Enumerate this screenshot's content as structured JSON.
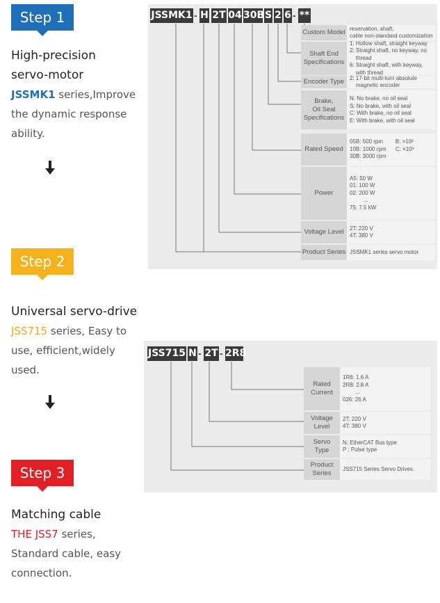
{
  "step1": {
    "badge": "Step 1",
    "heading_l1": "High-precision",
    "heading_l2": "servo-motor",
    "series": "JSSMK1",
    "desc_l1_rest": " series,Improve",
    "desc_l2": "the dynamic response",
    "desc_l3": "ability."
  },
  "step2": {
    "badge": "Step 2",
    "heading": "Universal servo-drive",
    "series": "JSS715",
    "desc_l1_rest": " series, Easy to",
    "desc_l2": "use, efficient,widely",
    "desc_l3": "used."
  },
  "step3": {
    "badge": "Step 3",
    "heading": "Matching cable",
    "series": "THE JSS7",
    "desc_l1_rest": " series,",
    "desc_l2": "Standard cable, easy",
    "desc_l3": "connection."
  },
  "motor_code": {
    "p1": "JSSMK1",
    "d1": "-",
    "p2": "H",
    "p3": "2T",
    "p4": "04",
    "p5": "30B",
    "p6": "S",
    "p7": "2",
    "p8": "6",
    "d2": "-",
    "p9": "**"
  },
  "motor_rows": [
    {
      "label": "Custom Model",
      "desc": [
        "reservation, shaft,",
        "cable non-standard customization"
      ]
    },
    {
      "label": "Shaft End\nSpecifications",
      "desc": [
        "1: Hollow shaft, straight keyway",
        "2: Straight shaft, no keyway, no",
        "    thread",
        "6: Straight shaft, with keyway,",
        "    with thread"
      ]
    },
    {
      "label": "Encoder Type",
      "desc": [
        "2: 17-bit multi-turn absolute",
        "    magnetic encoder"
      ]
    },
    {
      "label": "Brake,\nOil Seal\nSpecifications",
      "desc": [
        "N: No brake, no oil seal",
        "S: No brake, with oil seal",
        "C: With brake, no oil seal",
        "E: With brake, with oil seal"
      ]
    },
    {
      "label": "Rated Speed",
      "desc": [
        "05B: 500 rpm        B: ×10²",
        "10B: 1000 rpm      C: ×10³",
        "30B: 3000 rpm"
      ]
    },
    {
      "label": "Power",
      "desc": [
        "A5: 50 W",
        "01: 100 W",
        "02: 200 W",
        "         ...",
        "75: 7.5 kW"
      ]
    },
    {
      "label": "Voltage Level",
      "desc": [
        "2T: 220 V",
        "4T: 380 V"
      ]
    },
    {
      "label": "Product Series",
      "desc": [
        "JSSMK1 series servo motor"
      ]
    }
  ],
  "drive_code": {
    "p1": "JSS715",
    "p2": "N",
    "d1": "-",
    "p3": "2T",
    "d2": "-",
    "p4": "2R8"
  },
  "drive_rows": [
    {
      "label": "Rated\nCurrent",
      "desc": [
        "1R6: 1.6 A",
        "2R8: 2.8 A",
        "        ...",
        "026: 26 A"
      ]
    },
    {
      "label": "Voltage\nLevel",
      "desc": [
        "2T: 220 V",
        "4T: 380 V"
      ]
    },
    {
      "label": "Servo\nType",
      "desc": [
        "N: EtherCAT Bus type",
        "P : Pulse type"
      ]
    },
    {
      "label": "Product\nSeries",
      "desc": [
        "JSS715 Series Servo Drives"
      ]
    }
  ],
  "colors": {
    "blue": "#1f6fb8",
    "yellow": "#f5b21b",
    "red": "#e41e25",
    "code_bg": "#3a3a3a"
  },
  "icons": {
    "arrow": "arrow-down-icon"
  }
}
